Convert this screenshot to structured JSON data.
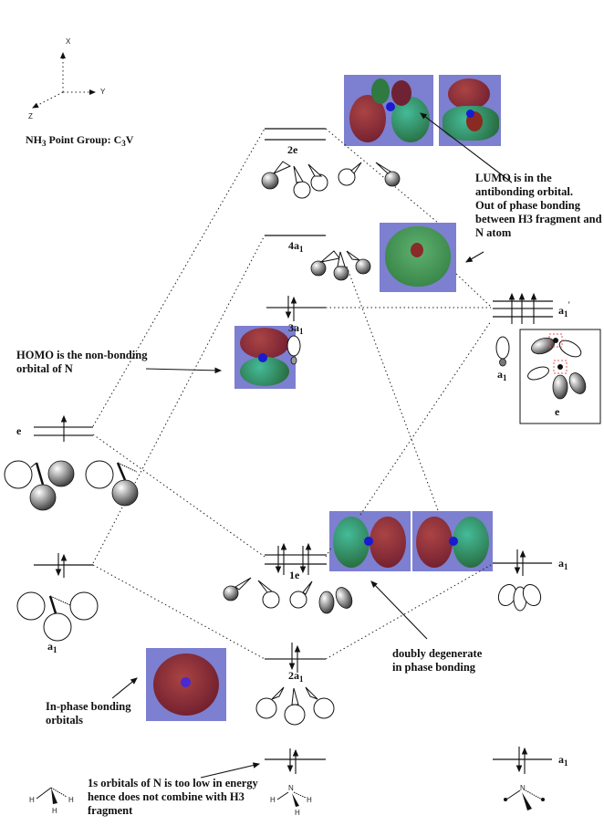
{
  "axes": {
    "x": "X",
    "y": "Y",
    "z": "Z"
  },
  "title": {
    "prefix": "NH",
    "sub": "3",
    "rest": " Point Group: C",
    "sub2": "3",
    "end": "V"
  },
  "levels": {
    "mo_2e": "2e",
    "mo_4a1": "4a",
    "mo_3a1": "3a",
    "mo_1e": "1e",
    "mo_2a1": "2a",
    "h3_e": "e",
    "n_a1_prime": "a",
    "n_a1_small": "a",
    "n_e_box": "e",
    "n_a1_mid": "a",
    "n_a1_bottom": "a",
    "h3_a1": "a",
    "sub1": "1",
    "prime": "'"
  },
  "annotations": {
    "lumo": [
      "LUMO is in the",
      "antibonding orbital.",
      "Out of phase bonding",
      "between H3 fragment and",
      "N atom"
    ],
    "homo": [
      "HOMO is the non-bonding",
      "orbital of N"
    ],
    "doubly": [
      "doubly degenerate",
      "in phase bonding"
    ],
    "inphase": [
      "In-phase bonding",
      "orbitals"
    ],
    "core": [
      "1s orbitals of N is too low in energy",
      "hence does not combine with H3",
      "fragment"
    ]
  },
  "atoms": {
    "h": "H",
    "n": "N"
  },
  "colors": {
    "panel": "#7d7fd0",
    "red_lobe": "#7a1f35",
    "green_lobe": "#2e7d3e",
    "nitrogen": "#1a1ad0"
  }
}
